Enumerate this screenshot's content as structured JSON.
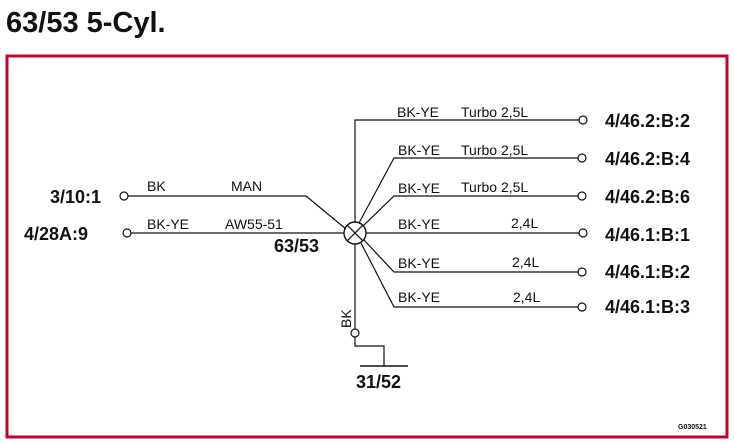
{
  "title": "63/53 5-Cyl.",
  "frame_color": "#c8002e",
  "line_color": "#111111",
  "splice": {
    "label": "63/53"
  },
  "ground": {
    "wire_color": "BK",
    "label": "31/52"
  },
  "inputs": [
    {
      "id": "3/10:1",
      "color": "BK",
      "variant": "MAN"
    },
    {
      "id": "4/28A:9",
      "color": "BK-YE",
      "variant": "AW55-51"
    }
  ],
  "outputs": [
    {
      "id": "4/46.2:B:2",
      "color": "BK-YE",
      "variant": "Turbo 2,5L"
    },
    {
      "id": "4/46.2:B:4",
      "color": "BK-YE",
      "variant": "Turbo 2,5L"
    },
    {
      "id": "4/46.2:B:6",
      "color": "BK-YE",
      "variant": "Turbo 2,5L"
    },
    {
      "id": "4/46.1:B:1",
      "color": "BK-YE",
      "variant": "2,4L"
    },
    {
      "id": "4/46.1:B:2",
      "color": "BK-YE",
      "variant": "2,4L"
    },
    {
      "id": "4/46.1:B:3",
      "color": "BK-YE",
      "variant": "2,4L"
    }
  ],
  "figure_code": "G030521"
}
